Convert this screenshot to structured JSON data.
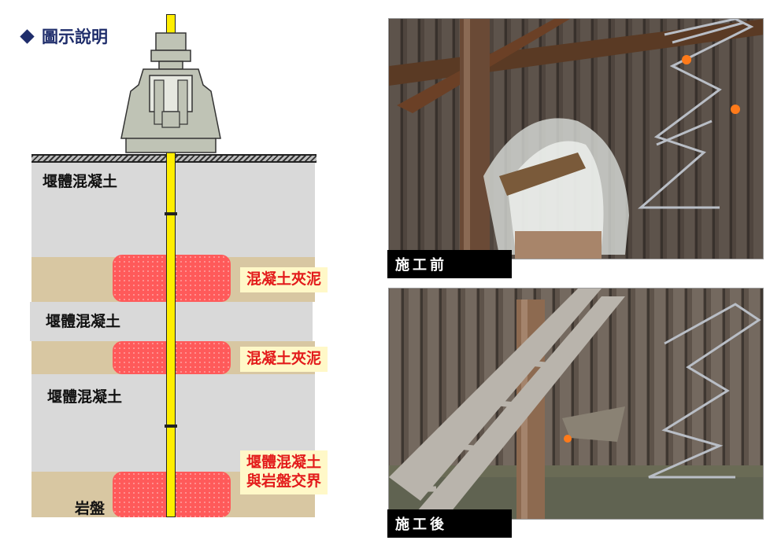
{
  "title": {
    "icon": "diamond-bullet-icon",
    "text": "圖示說明"
  },
  "diagram": {
    "layers": {
      "weir_concrete_1": "堰體混凝土",
      "weir_concrete_2": "堰體混凝土",
      "weir_concrete_3": "堰體混凝土",
      "bedrock": "岩盤"
    },
    "callouts": {
      "mud_1": "混凝土夾泥",
      "mud_2": "混凝土夾泥",
      "interface_line1": "堰體混凝土",
      "interface_line2": "與岩盤交界"
    },
    "colors": {
      "concrete": "#d9d9d9",
      "sand": "#d8c7a2",
      "clay_zone": "#ff5a5a",
      "rod": "#ffee00",
      "machine": "#bfc3b5"
    }
  },
  "photos": {
    "before": {
      "caption": "施工前"
    },
    "after": {
      "caption": "施工後"
    }
  }
}
